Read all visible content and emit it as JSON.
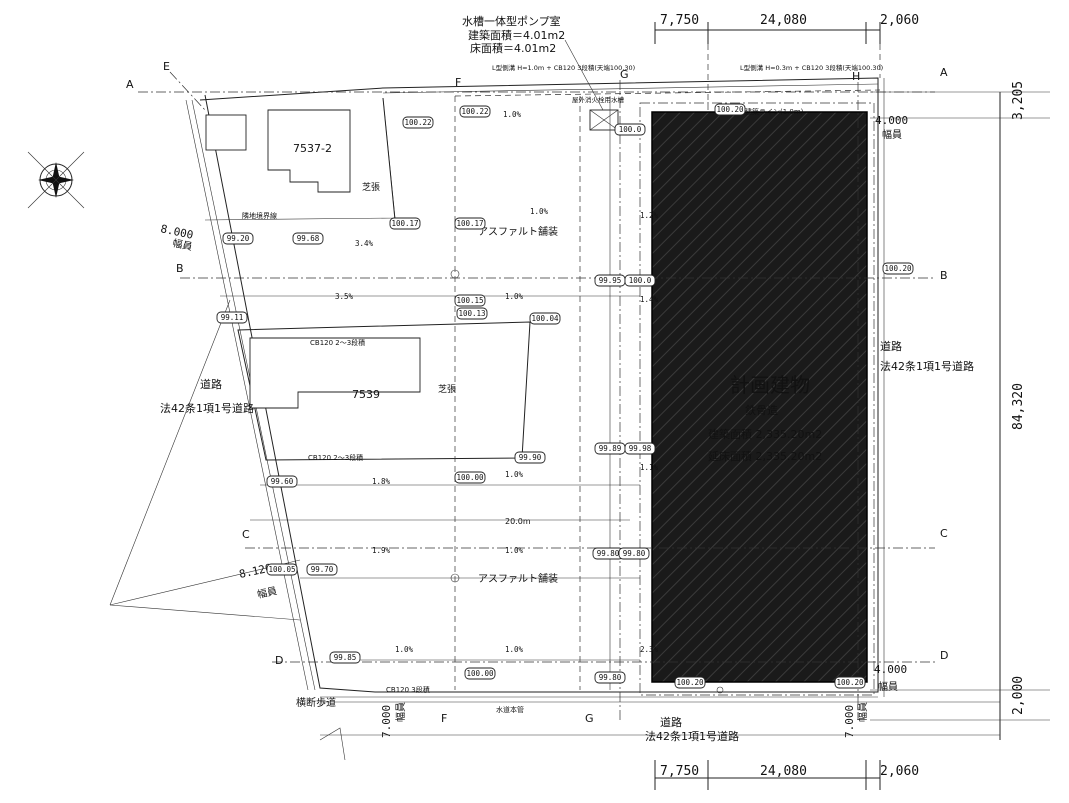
{
  "pump_room": {
    "title": "水槽一体型ポンプ室",
    "building_area": "建築面積＝4.01m2",
    "floor_area": "床面積＝4.01m2"
  },
  "top_dimensions": [
    "7,750",
    "24,080",
    "2,060"
  ],
  "bottom_dimensions": [
    "7,750",
    "24,080",
    "2,060"
  ],
  "right_dimensions": [
    "3,205",
    "84,320",
    "2,000"
  ],
  "section_marks": [
    "A",
    "B",
    "C",
    "D",
    "E",
    "F",
    "G",
    "H"
  ],
  "lots": [
    "7537-2",
    "7539"
  ],
  "planned_building": {
    "title": "計画建物",
    "structure": "鉄骨造",
    "building_area": "建築面積 2,335.20m2",
    "floor_area": "延床面積 2,335.20m2"
  },
  "roads": {
    "left_road_type": "道路",
    "left_road_law": "法42条1項1号道路",
    "right_road_type": "道路",
    "right_road_law": "法42条1項1号道路",
    "bottom_road_type": "道路",
    "bottom_road_law": "法42条1項1号道路",
    "bottom_left_sidewalk": "横断歩道",
    "width_label": "幅員",
    "left_width_upper": "8.000",
    "left_width_lower": "8.120",
    "right_width_upper": "4.000",
    "right_width_lower": "4.000",
    "bottom_width_left": "7.000",
    "bottom_width_right": "7.000"
  },
  "paving": [
    "アスファルト舗装",
    "アスファルト舗装"
  ],
  "lawn": [
    "芝張",
    "芝張"
  ],
  "width_20m": "20.0m",
  "elevations": [
    "100.22",
    "100.22",
    "100.0",
    "100.17",
    "100.17",
    "99.20",
    "99.68",
    "100.15",
    "99.95",
    "100.0",
    "100.13",
    "100.04",
    "99.11",
    "99.60",
    "100.00",
    "99.89",
    "99.98",
    "99.90",
    "100.05",
    "99.80",
    "99.80",
    "99.70",
    "99.85",
    "100.00",
    "99.80",
    "100.20",
    "100.20",
    "100.20",
    "100.20"
  ],
  "slopes": [
    "1.0%",
    "1.0%",
    "1.2%",
    "3.4%",
    "3.5%",
    "1.0%",
    "1.4%",
    "1.8%",
    "1.0%",
    "1.1%",
    "1.9%",
    "1.0%",
    "1.0%",
    "1.0%",
    "2.3%"
  ],
  "notes": {
    "gutter": "L型側溝 H=1.0m + CB120 3段積(天端100.30)",
    "gutter_right": "L型側溝 H=0.3m + CB120 3段積(天端100.30)",
    "boundary_top": "隣地境界線",
    "cb_wall": "CB120 2〜3段積",
    "cb_wall2": "CB120 2〜3段積",
    "cb_wall3": "CB120 3段積",
    "water_pipe": "水道本管",
    "fire_water": "屋外消火栓用水槽",
    "building_line": "建築ライン(1.0m)"
  }
}
